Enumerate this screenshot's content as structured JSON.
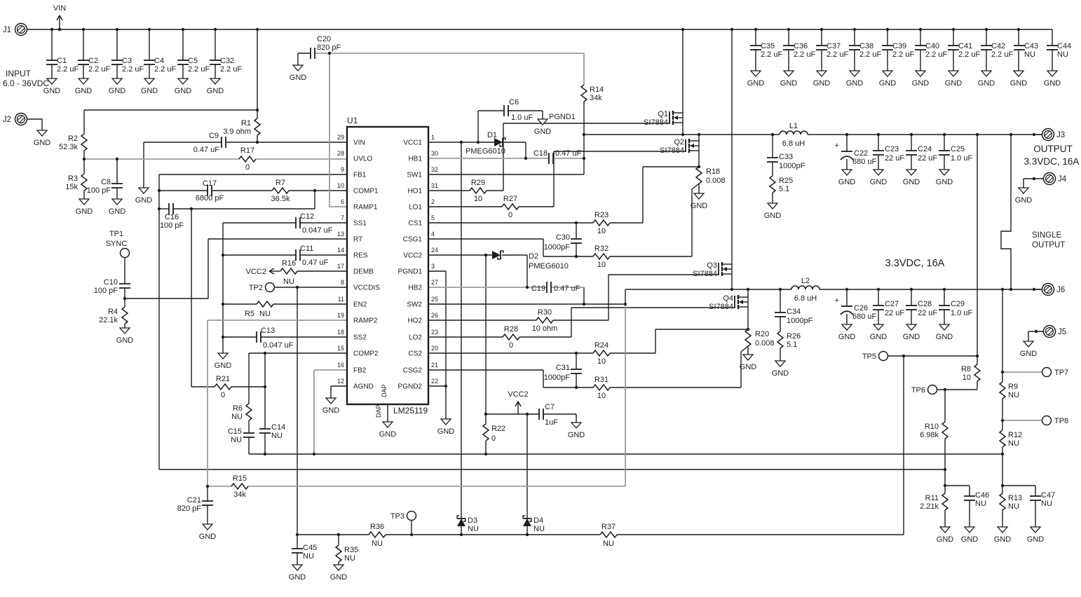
{
  "labels": {
    "gnd": "GND",
    "vin": "VIN",
    "vcc2": "VCC2",
    "pgnd1": "PGND1",
    "input1": "INPUT",
    "input2": "6.0 - 36VDC",
    "output": "OUTPUT",
    "spec": "3.3VDC, 16A",
    "single1": "SINGLE",
    "single2": "OUTPUT",
    "sync": "SYNC",
    "plus": "+"
  },
  "colors": {
    "wire": "#1c1c1c",
    "grey_wire": "#9b9b9b",
    "nu_blue": "#2633cc",
    "annotation": "#3d4e74",
    "background": "#ffffff"
  },
  "ic": {
    "ref": "U1",
    "part": "LM25119",
    "dap": "DAP",
    "left_pins": [
      {
        "num": 29,
        "name": "VIN"
      },
      {
        "num": 28,
        "name": "UVLO"
      },
      {
        "num": 9,
        "name": "FB1"
      },
      {
        "num": 10,
        "name": "COMP1"
      },
      {
        "num": 6,
        "name": "RAMP1"
      },
      {
        "num": 7,
        "name": "SS1"
      },
      {
        "num": 13,
        "name": "RT"
      },
      {
        "num": 14,
        "name": "RES"
      },
      {
        "num": 17,
        "name": "DEMB"
      },
      {
        "num": 8,
        "name": "VCCDIS"
      },
      {
        "num": 11,
        "name": "EN2"
      },
      {
        "num": 19,
        "name": "RAMP2"
      },
      {
        "num": 18,
        "name": "SS2"
      },
      {
        "num": 15,
        "name": "COMP2"
      },
      {
        "num": 16,
        "name": "FB2"
      },
      {
        "num": 12,
        "name": "AGND"
      }
    ],
    "right_pins": [
      {
        "num": 1,
        "name": "VCC1"
      },
      {
        "num": 30,
        "name": "HB1"
      },
      {
        "num": 32,
        "name": "SW1"
      },
      {
        "num": 31,
        "name": "HO1"
      },
      {
        "num": 2,
        "name": "LO1"
      },
      {
        "num": 5,
        "name": "CS1"
      },
      {
        "num": 4,
        "name": "CSG1"
      },
      {
        "num": 24,
        "name": "VCC2"
      },
      {
        "num": 3,
        "name": "PGND1"
      },
      {
        "num": 27,
        "name": "HB2"
      },
      {
        "num": 25,
        "name": "SW2"
      },
      {
        "num": 26,
        "name": "HO2"
      },
      {
        "num": 23,
        "name": "LO2"
      },
      {
        "num": 20,
        "name": "CS2"
      },
      {
        "num": 21,
        "name": "CSG2"
      },
      {
        "num": 22,
        "name": "PGND2"
      }
    ]
  },
  "connectors": {
    "J1": "J1",
    "J2": "J2",
    "J3": "J3",
    "J4": "J4",
    "J5": "J5",
    "J6": "J6"
  },
  "testpoints": {
    "TP1": "TP1",
    "TP2": "TP2",
    "TP3": "TP3",
    "TP5": "TP5",
    "TP6": "TP6",
    "TP7": "TP7",
    "TP8": "TP8"
  },
  "components": {
    "C1": {
      "ref": "C1",
      "value": "2.2 uF"
    },
    "C2": {
      "ref": "C2",
      "value": "2.2 uF"
    },
    "C3": {
      "ref": "C3",
      "value": "2.2 uF"
    },
    "C4": {
      "ref": "C4",
      "value": "2.2 uF"
    },
    "C5": {
      "ref": "C5",
      "value": "2.2 uF"
    },
    "C32": {
      "ref": "C32",
      "value": "2.2 uF"
    },
    "C6": {
      "ref": "C6",
      "value": "1.0 uF"
    },
    "C7": {
      "ref": "C7",
      "value": "1uF"
    },
    "C8": {
      "ref": "C8",
      "value": "100 pF"
    },
    "C9": {
      "ref": "C9",
      "value": "0.47 uF"
    },
    "C10": {
      "ref": "C10",
      "value": "100 pF"
    },
    "C11": {
      "ref": "C11",
      "value": "0.47 uF"
    },
    "C12": {
      "ref": "C12",
      "value": "0.047 uF"
    },
    "C13": {
      "ref": "C13",
      "value": "0.047 uF"
    },
    "C14": {
      "ref": "C14",
      "value": "NU"
    },
    "C15": {
      "ref": "C15",
      "value": "NU"
    },
    "C16": {
      "ref": "C16",
      "value": "100 pF"
    },
    "C17": {
      "ref": "C17",
      "value": "6800 pF"
    },
    "C18": {
      "ref": "C18",
      "value": "0.47 uF"
    },
    "C19": {
      "ref": "C19",
      "value": "0.47 uF"
    },
    "C20": {
      "ref": "C20",
      "value": "820 pF"
    },
    "C21": {
      "ref": "C21",
      "value": "820 pF"
    },
    "C22": {
      "ref": "C22",
      "value": "680 uF"
    },
    "C23": {
      "ref": "C23",
      "value": "22 uF"
    },
    "C24": {
      "ref": "C24",
      "value": "22 uF"
    },
    "C25": {
      "ref": "C25",
      "value": "1.0 uF"
    },
    "C26": {
      "ref": "C26",
      "value": "680 uF"
    },
    "C27": {
      "ref": "C27",
      "value": "22 uF"
    },
    "C28": {
      "ref": "C28",
      "value": "22 uF"
    },
    "C29": {
      "ref": "C29",
      "value": "1.0 uF"
    },
    "C30": {
      "ref": "C30",
      "value": "1000pF"
    },
    "C31": {
      "ref": "C31",
      "value": "1000pF"
    },
    "C33": {
      "ref": "C33",
      "value": "1000pF"
    },
    "C34": {
      "ref": "C34",
      "value": "1000pF"
    },
    "C35": {
      "ref": "C35",
      "value": "2.2 uF"
    },
    "C36": {
      "ref": "C36",
      "value": "2.2 uF"
    },
    "C37": {
      "ref": "C37",
      "value": "2.2 uF"
    },
    "C38": {
      "ref": "C38",
      "value": "2.2 uF"
    },
    "C39": {
      "ref": "C39",
      "value": "2.2 uF"
    },
    "C40": {
      "ref": "C40",
      "value": "2.2 uF"
    },
    "C41": {
      "ref": "C41",
      "value": "2.2 uF"
    },
    "C42": {
      "ref": "C42",
      "value": "2.2 uF"
    },
    "C43": {
      "ref": "C43",
      "value": "NU"
    },
    "C44": {
      "ref": "C44",
      "value": "NU"
    },
    "C45": {
      "ref": "C45",
      "value": "NU"
    },
    "C46": {
      "ref": "C46",
      "value": "NU"
    },
    "C47": {
      "ref": "C47",
      "value": "NU"
    },
    "R1": {
      "ref": "R1",
      "value": "3.9 ohm"
    },
    "R2": {
      "ref": "R2",
      "value": "52.3k"
    },
    "R3": {
      "ref": "R3",
      "value": "15k"
    },
    "R4": {
      "ref": "R4",
      "value": "22.1k"
    },
    "R5": {
      "ref": "R5",
      "value": "NU"
    },
    "R6": {
      "ref": "R6",
      "value": "NU"
    },
    "R7": {
      "ref": "R7",
      "value": "36.5k"
    },
    "R8": {
      "ref": "R8",
      "value": "10"
    },
    "R9": {
      "ref": "R9",
      "value": "NU"
    },
    "R10": {
      "ref": "R10",
      "value": "6.98k"
    },
    "R11": {
      "ref": "R11",
      "value": "2.21k"
    },
    "R12": {
      "ref": "R12",
      "value": "NU"
    },
    "R13": {
      "ref": "R13",
      "value": "NU"
    },
    "R14": {
      "ref": "R14",
      "value": "34k"
    },
    "R15": {
      "ref": "R15",
      "value": "34k"
    },
    "R16": {
      "ref": "R16",
      "value": "NU"
    },
    "R17": {
      "ref": "R17",
      "value": "0"
    },
    "R18": {
      "ref": "R18",
      "value": "0.008"
    },
    "R20": {
      "ref": "R20",
      "value": "0.008"
    },
    "R21": {
      "ref": "R21",
      "value": "0"
    },
    "R22": {
      "ref": "R22",
      "value": "0"
    },
    "R23": {
      "ref": "R23",
      "value": "10"
    },
    "R24": {
      "ref": "R24",
      "value": "10"
    },
    "R25": {
      "ref": "R25",
      "value": "5.1"
    },
    "R26": {
      "ref": "R26",
      "value": "5.1"
    },
    "R27": {
      "ref": "R27",
      "value": "0"
    },
    "R28": {
      "ref": "R28",
      "value": "0"
    },
    "R29": {
      "ref": "R29",
      "value": "10"
    },
    "R30": {
      "ref": "R30",
      "value": "10 ohm"
    },
    "R31": {
      "ref": "R31",
      "value": "10"
    },
    "R32": {
      "ref": "R32",
      "value": "10"
    },
    "R35": {
      "ref": "R35",
      "value": "NU"
    },
    "R36": {
      "ref": "R36",
      "value": "NU"
    },
    "R37": {
      "ref": "R37",
      "value": "NU"
    },
    "D1": {
      "ref": "D1",
      "value": "PMEG6010"
    },
    "D2": {
      "ref": "D2",
      "value": "PMEG6010"
    },
    "D3": {
      "ref": "D3",
      "value": "NU"
    },
    "D4": {
      "ref": "D4",
      "value": "NU"
    },
    "Q1": {
      "ref": "Q1",
      "value": "SI7884"
    },
    "Q2": {
      "ref": "Q2",
      "value": "SI7884"
    },
    "Q3": {
      "ref": "Q3",
      "value": "SI7884"
    },
    "Q4": {
      "ref": "Q4",
      "value": "SI7884"
    },
    "L1": {
      "ref": "L1",
      "value": "6.8 uH"
    },
    "L2": {
      "ref": "L2",
      "value": "6.8 uH"
    }
  }
}
